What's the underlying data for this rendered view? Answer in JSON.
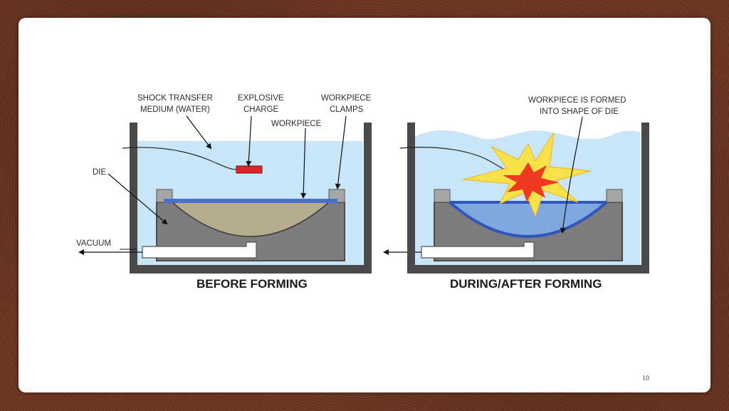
{
  "panels": {
    "before": {
      "caption": "BEFORE FORMING",
      "labels": {
        "shock_medium_line1": "SHOCK TRANSFER",
        "shock_medium_line2": "MEDIUM (WATER)",
        "explosive_line1": "EXPLOSIVE",
        "explosive_line2": "CHARGE",
        "clamps_line1": "WORKPIECE",
        "clamps_line2": "CLAMPS",
        "workpiece": "WORKPIECE",
        "die": "DIE",
        "vacuum": "VACUUM"
      }
    },
    "after": {
      "caption": "DURING/AFTER FORMING",
      "labels": {
        "formed_line1": "WORKPIECE IS FORMED",
        "formed_line2": "INTO SHAPE OF DIE"
      }
    }
  },
  "page_number": "10",
  "colors": {
    "water": "#c8e6f7",
    "tank": "#4a4a4a",
    "die": "#7d7d7d",
    "die_cavity": "#b0a98a",
    "workpiece": "#4a6fd0",
    "charge": "#e0242a",
    "explosion_outer": "#f7e24a",
    "explosion_inner": "#ef3a22"
  }
}
